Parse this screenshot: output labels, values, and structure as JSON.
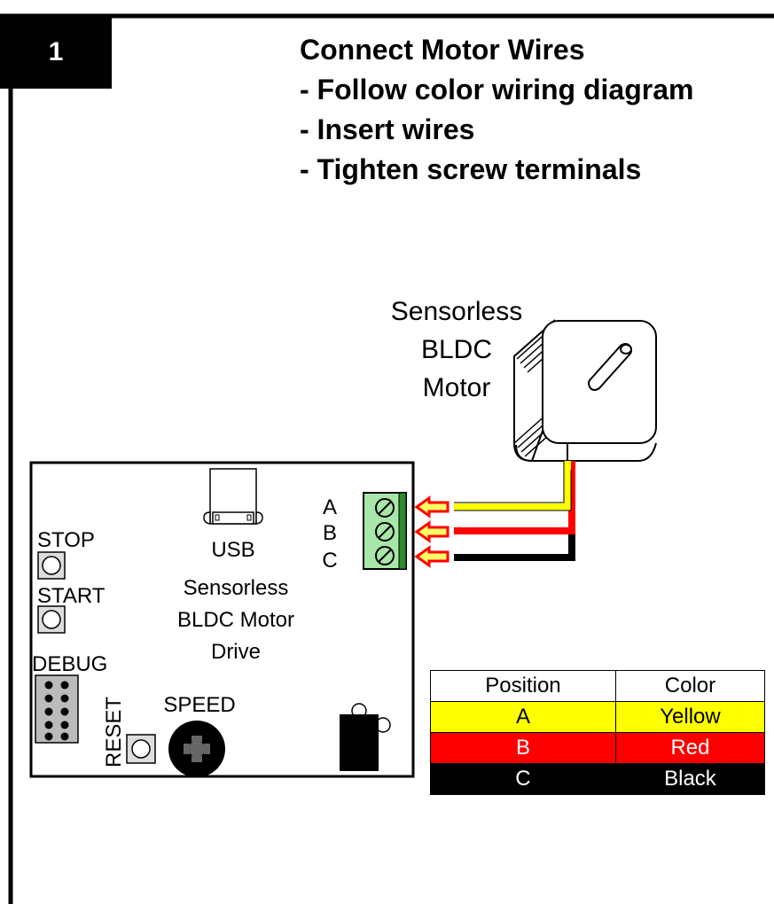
{
  "step": {
    "number": "1"
  },
  "instructions": [
    "Connect Motor Wires",
    "- Follow color wiring diagram",
    "- Insert wires",
    "- Tighten screw terminals"
  ],
  "motor": {
    "label_lines": [
      "Sensorless",
      "BLDC",
      "Motor"
    ]
  },
  "board": {
    "usb_label": "USB",
    "terminal_labels": [
      "A",
      "B",
      "C"
    ],
    "stop_label": "STOP",
    "start_label": "START",
    "debug_label": "DEBUG",
    "reset_label": "RESET",
    "speed_label": "SPEED",
    "name_lines": [
      "Sensorless",
      "BLDC Motor",
      "Drive"
    ]
  },
  "colors": {
    "yellow": "#ffff00",
    "red": "#ff0000",
    "black": "#000000",
    "terminal_green": "#a9e6a9",
    "arrow_fill": "#ffff66",
    "arrow_stroke": "#ff0000"
  },
  "legend": {
    "headers": [
      "Position",
      "Color"
    ],
    "rows": [
      {
        "position": "A",
        "color": "Yellow",
        "bg": "#ffff00",
        "fg": "#000000"
      },
      {
        "position": "B",
        "color": "Red",
        "bg": "#ff0000",
        "fg": "#ffffff"
      },
      {
        "position": "C",
        "color": "Black",
        "bg": "#000000",
        "fg": "#ffffff"
      }
    ]
  }
}
